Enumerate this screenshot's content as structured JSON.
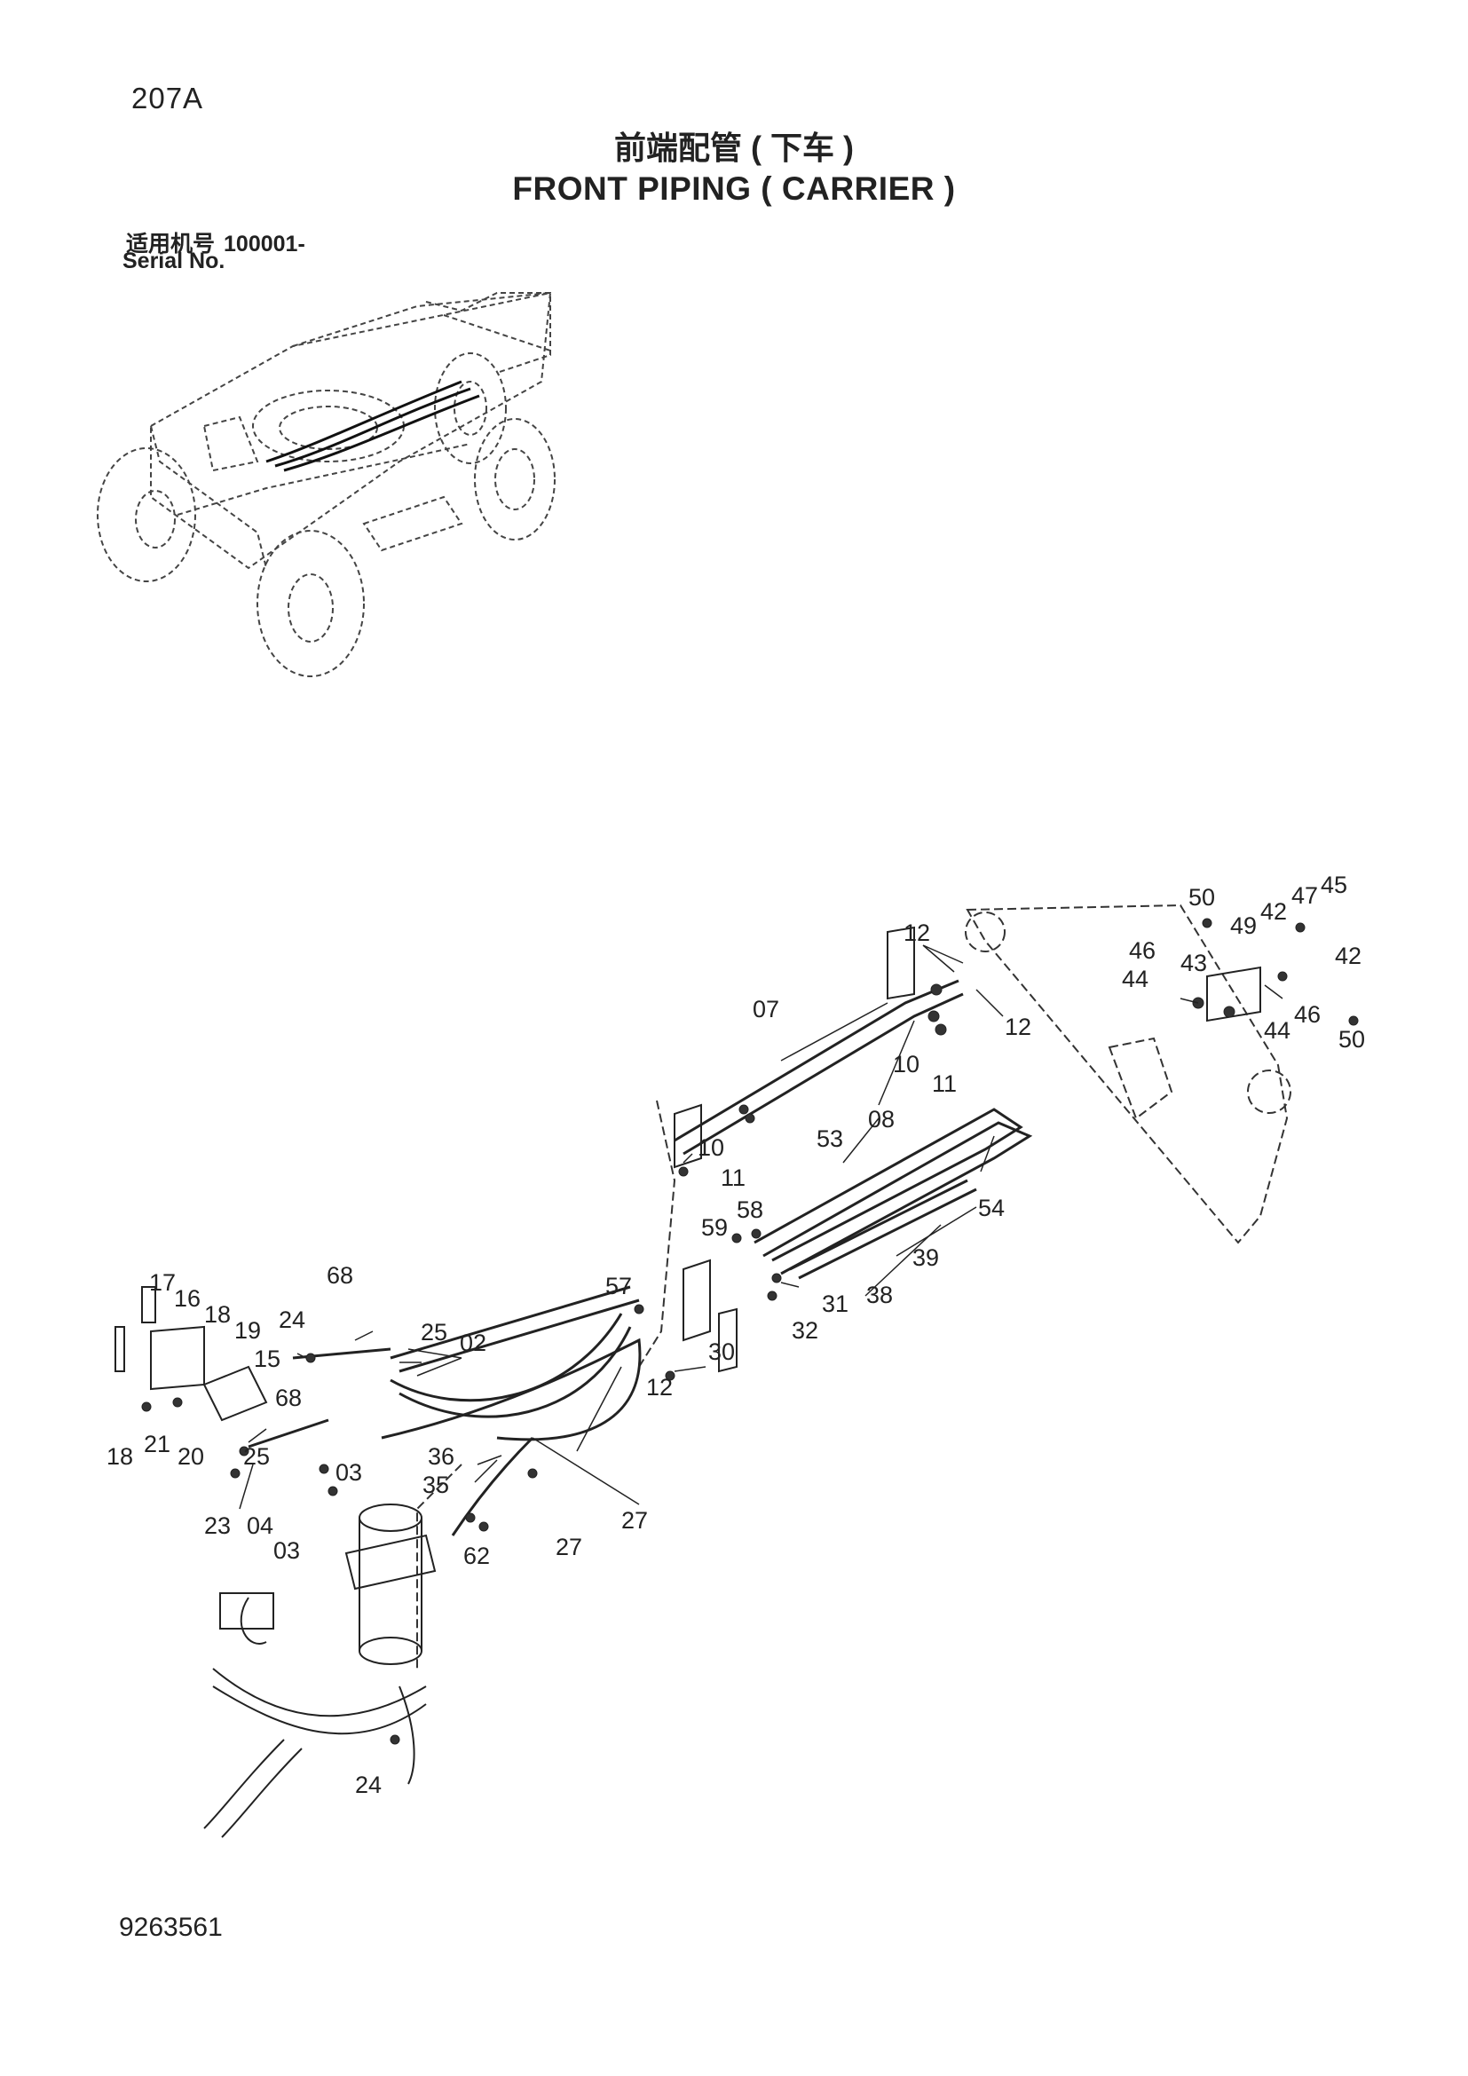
{
  "header": {
    "page_code": "207A",
    "title_cn": "前端配管 ( 下车 )",
    "title_en": "FRONT PIPING ( CARRIER )",
    "serial_label_cn": "适用机号",
    "serial_value": "100001-",
    "serial_label_en": "Serial No."
  },
  "footer": {
    "doc_number": "9263561"
  },
  "callouts": {
    "c50a": "50",
    "c47": "47",
    "c45": "45",
    "c49": "49",
    "c42a": "42",
    "c42b": "42",
    "c46a": "46",
    "c43": "43",
    "c44a": "44",
    "c44b": "44",
    "c46b": "46",
    "c50b": "50",
    "c12a": "12",
    "c12b": "12",
    "c07": "07",
    "c10a": "10",
    "c11a": "11",
    "c08": "08",
    "c10b": "10",
    "c11b": "11",
    "c53": "53",
    "c54": "54",
    "c59": "59",
    "c58": "58",
    "c39": "39",
    "c57": "57",
    "c31": "31",
    "c38": "38",
    "c32": "32",
    "c30": "30",
    "c12c": "12",
    "c02": "02",
    "c68a": "68",
    "c25a": "25",
    "c24a": "24",
    "c17": "17",
    "c16": "16",
    "c18a": "18",
    "c19": "19",
    "c15": "15",
    "c68b": "68",
    "c18b": "18",
    "c21": "21",
    "c20": "20",
    "c36": "36",
    "c35": "35",
    "c25b": "25",
    "c03a": "03",
    "c23": "23",
    "c04": "04",
    "c03b": "03",
    "c62": "62",
    "c27a": "27",
    "c27b": "27",
    "c24b": "24"
  }
}
